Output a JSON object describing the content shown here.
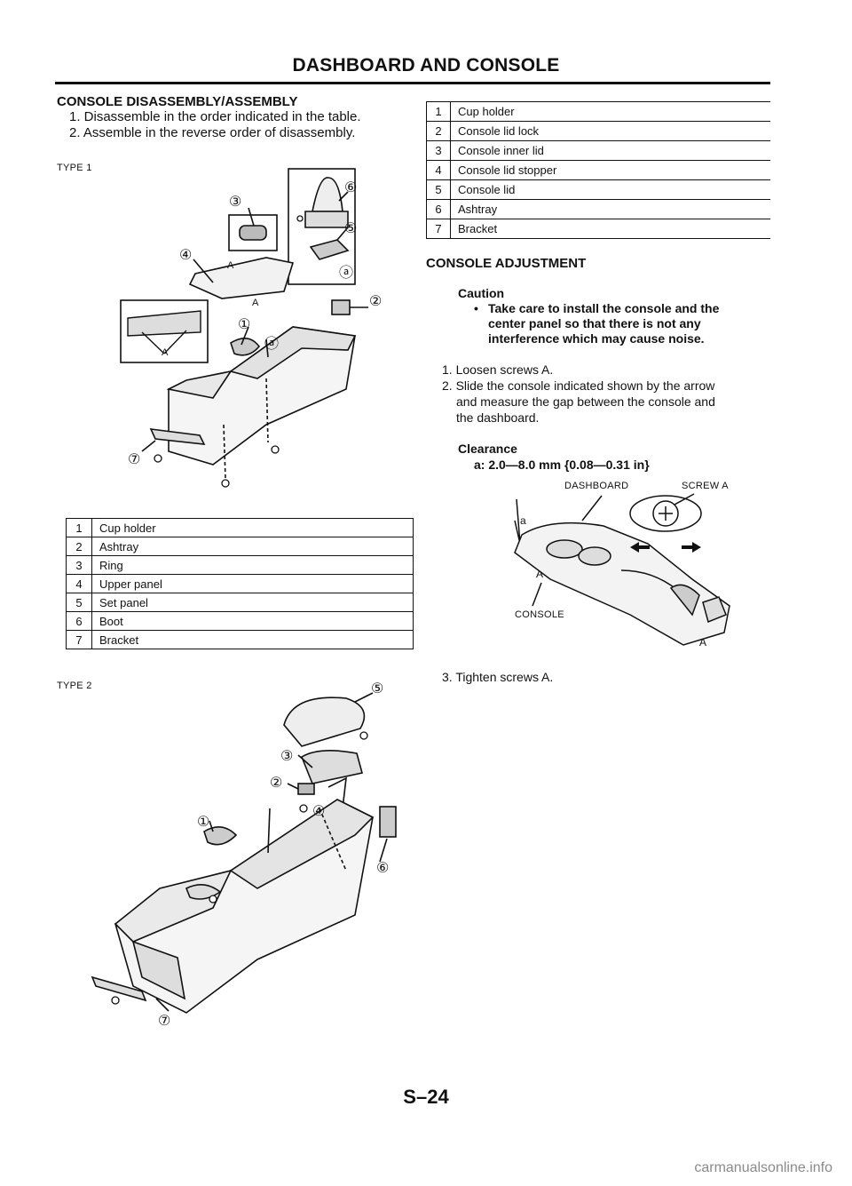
{
  "header": {
    "title": "DASHBOARD AND CONSOLE"
  },
  "disassembly": {
    "title": "CONSOLE DISASSEMBLY/ASSEMBLY",
    "steps": [
      "1. Disassemble in the order indicated in the table.",
      "2. Assemble in the reverse order of disassembly."
    ]
  },
  "type1": {
    "label": "TYPE 1",
    "callouts": [
      "①",
      "②",
      "③",
      "④",
      "⑤",
      "⑥",
      "⑦",
      "ⓐ",
      "A"
    ],
    "parts": [
      {
        "num": "1",
        "name": "Cup holder"
      },
      {
        "num": "2",
        "name": "Ashtray"
      },
      {
        "num": "3",
        "name": "Ring"
      },
      {
        "num": "4",
        "name": "Upper panel"
      },
      {
        "num": "5",
        "name": "Set panel"
      },
      {
        "num": "6",
        "name": "Boot"
      },
      {
        "num": "7",
        "name": "Bracket"
      }
    ]
  },
  "type2": {
    "label": "TYPE 2",
    "callouts": [
      "①",
      "②",
      "③",
      "④",
      "⑤",
      "⑥",
      "⑦"
    ],
    "parts": [
      {
        "num": "1",
        "name": "Cup holder"
      },
      {
        "num": "2",
        "name": "Console lid lock"
      },
      {
        "num": "3",
        "name": "Console inner lid"
      },
      {
        "num": "4",
        "name": "Console lid stopper"
      },
      {
        "num": "5",
        "name": "Console lid"
      },
      {
        "num": "6",
        "name": "Ashtray"
      },
      {
        "num": "7",
        "name": "Bracket"
      }
    ]
  },
  "adjustment": {
    "title": "CONSOLE ADJUSTMENT",
    "caution_title": "Caution",
    "caution_bullet": "•",
    "caution_text": [
      "Take care to install the console and the",
      "center panel so that there is not any",
      "interference which may cause noise."
    ],
    "steps": [
      "1. Loosen screws A.",
      "2. Slide the console indicated shown by the arrow",
      "and measure the gap between the console and",
      "the dashboard."
    ],
    "clearance_title": "Clearance",
    "clearance_value": "a: 2.0—8.0 mm {0.08—0.31 in}",
    "figure_labels": {
      "dashboard": "DASHBOARD",
      "screw": "SCREW A",
      "console": "CONSOLE",
      "a": "a",
      "A": "A"
    },
    "final_step": "3. Tighten screws A."
  },
  "footer": {
    "page": "S–24",
    "watermark": "carmanualsonline.info"
  }
}
